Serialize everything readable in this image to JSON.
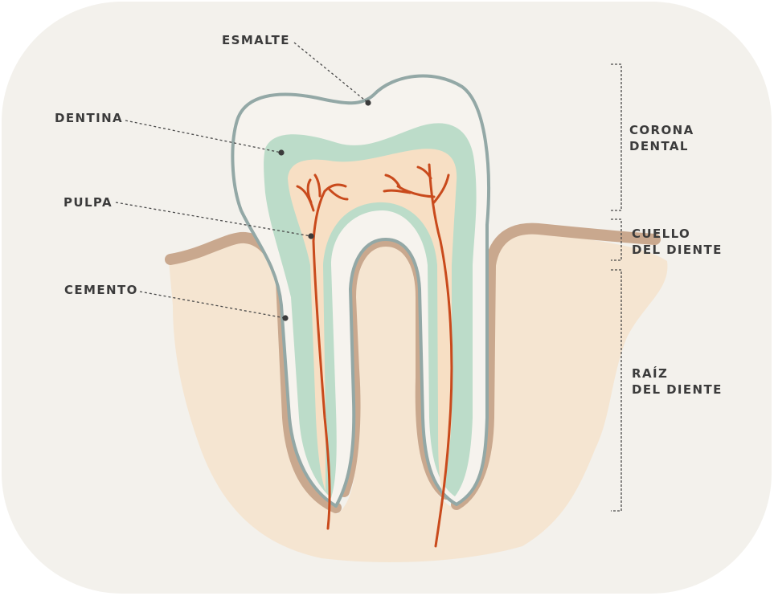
{
  "labels": {
    "esmalte": "ESMALTE",
    "dentina": "DENTINA",
    "pulpa": "PULPA",
    "cemento": "CEMENTO"
  },
  "regions": {
    "corona": [
      "CORONA",
      "DENTAL"
    ],
    "cuello": [
      "CUELLO",
      "DEL DIENTE"
    ],
    "raiz": [
      "RAÍZ",
      "DEL DIENTE"
    ]
  },
  "colors": {
    "background": "#f3f1ec",
    "gum": "#f5e3cc",
    "cementum": "#c9a88e",
    "enamel_outline": "#93a8a6",
    "dentin": "#bcdcc9",
    "pulp": "#f7dfc4",
    "nerve": "#c94a1c",
    "text": "#3b3b3b"
  }
}
